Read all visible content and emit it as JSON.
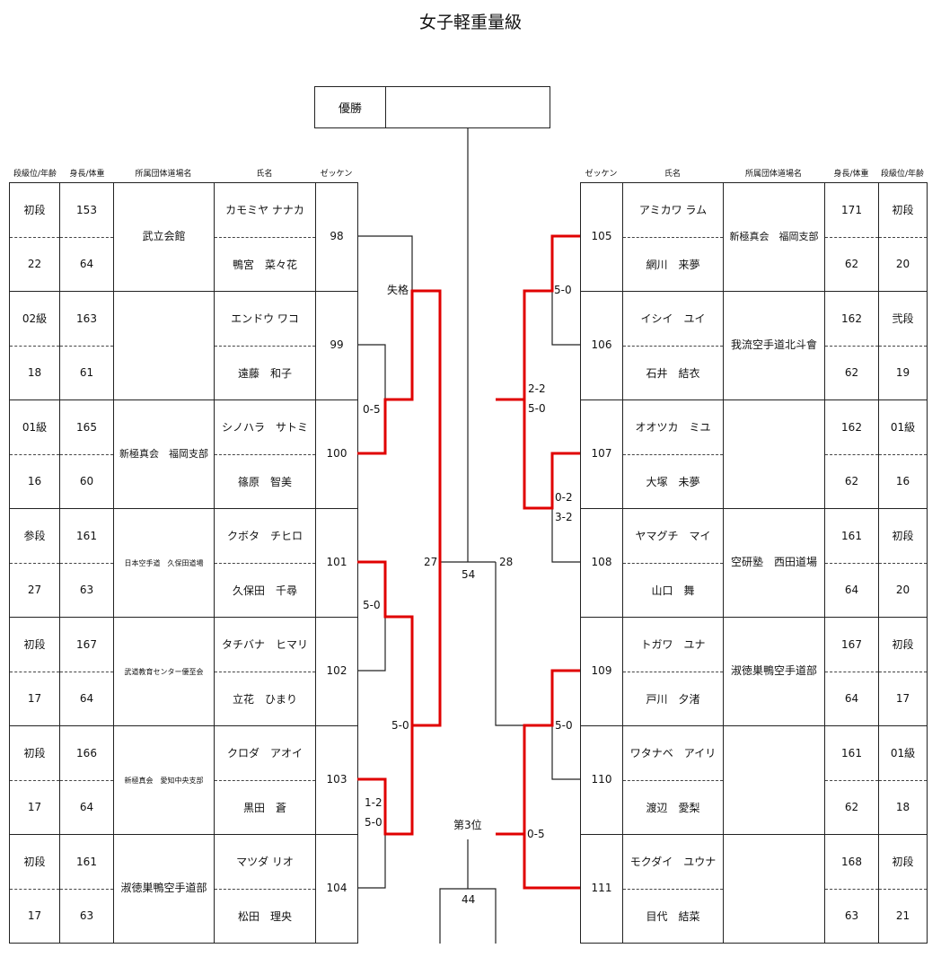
{
  "title": "女子軽重量級",
  "champion_label": "優勝",
  "headers": {
    "left": {
      "rank": "段級位/年齢",
      "body": "身長/体重",
      "dojo": "所属団体道場名",
      "name": "氏名",
      "zekken": "ゼッケン"
    },
    "right": {
      "zekken": "ゼッケン",
      "name": "氏名",
      "dojo": "所属団体道場名",
      "body": "身長/体重",
      "rank": "段級位/年齢"
    }
  },
  "left_players": [
    {
      "rank": "初段",
      "age": "22",
      "height": "153",
      "weight": "64",
      "dojo": "武立会館",
      "kana": "カモミヤ ナナカ",
      "name": "鴨宮　菜々花",
      "zekken": "98"
    },
    {
      "rank": "02級",
      "age": "18",
      "height": "163",
      "weight": "61",
      "dojo": "",
      "kana": "エンドウ ワコ",
      "name": "遠藤　和子",
      "zekken": "99"
    },
    {
      "rank": "01級",
      "age": "16",
      "height": "165",
      "weight": "60",
      "dojo": "新極真会　福岡支部",
      "kana": "シノハラ　サトミ",
      "name": "篠原　智美",
      "zekken": "100"
    },
    {
      "rank": "参段",
      "age": "27",
      "height": "161",
      "weight": "63",
      "dojo": "日本空手道　久保田道場",
      "kana": "クボタ　チヒロ",
      "name": "久保田　千尋",
      "zekken": "101"
    },
    {
      "rank": "初段",
      "age": "17",
      "height": "167",
      "weight": "64",
      "dojo": "武道教育センター優至会",
      "kana": "タチバナ　ヒマリ",
      "name": "立花　ひまり",
      "zekken": "102"
    },
    {
      "rank": "初段",
      "age": "17",
      "height": "166",
      "weight": "64",
      "dojo": "新極真会　愛知中央支部",
      "kana": "クロダ　アオイ",
      "name": "黒田　蒼",
      "zekken": "103"
    },
    {
      "rank": "初段",
      "age": "17",
      "height": "161",
      "weight": "63",
      "dojo": "淑徳巣鴨空手道部",
      "kana": "マツダ リオ",
      "name": "松田　理央",
      "zekken": "104"
    }
  ],
  "right_players": [
    {
      "rank": "初段",
      "age": "20",
      "height": "171",
      "weight": "62",
      "dojo": "新極真会　福岡支部",
      "kana": "アミカワ ラム",
      "name": "網川　来夢",
      "zekken": "105"
    },
    {
      "rank": "弐段",
      "age": "19",
      "height": "162",
      "weight": "62",
      "dojo": "我流空手道北斗會",
      "kana": "イシイ　ユイ",
      "name": "石井　結衣",
      "zekken": "106"
    },
    {
      "rank": "01級",
      "age": "16",
      "height": "162",
      "weight": "62",
      "dojo": "",
      "kana": "オオツカ　ミユ",
      "name": "大塚　未夢",
      "zekken": "107"
    },
    {
      "rank": "初段",
      "age": "20",
      "height": "161",
      "weight": "64",
      "dojo": "空研塾　西田道場",
      "kana": "ヤマグチ　マイ",
      "name": "山口　舞",
      "zekken": "108"
    },
    {
      "rank": "初段",
      "age": "17",
      "height": "167",
      "weight": "64",
      "dojo": "淑徳巣鴨空手道部",
      "kana": "トガワ　ユナ",
      "name": "戸川　夕渚",
      "zekken": "109"
    },
    {
      "rank": "01級",
      "age": "18",
      "height": "161",
      "weight": "62",
      "dojo": "",
      "kana": "ワタナベ　アイリ",
      "name": "渡辺　愛梨",
      "zekken": "110"
    },
    {
      "rank": "初段",
      "age": "21",
      "height": "168",
      "weight": "63",
      "dojo": "",
      "kana": "モクダイ　ユウナ",
      "name": "目代　結菜",
      "zekken": "111"
    }
  ],
  "bracket": {
    "scores": [
      "失格",
      "0-5",
      "5-0",
      "5-0",
      "1-2",
      "5-0",
      "5-0",
      "2-2",
      "5-0",
      "0-2",
      "3-2",
      "5-0",
      "0-5"
    ],
    "match_numbers": [
      "27",
      "54",
      "28",
      "44"
    ],
    "third_place_label": "第3位"
  },
  "colors": {
    "winner_line": "#e00000",
    "line": "#222222"
  }
}
